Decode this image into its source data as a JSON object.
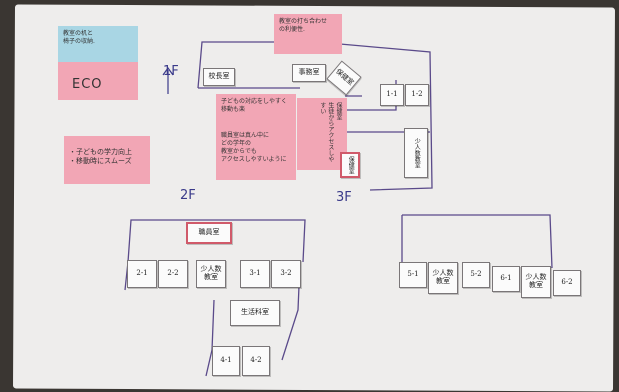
{
  "stickies": {
    "top_left_blue": "教室の机と\n椅子の収納.",
    "eco": "ECO",
    "left_pink": "・子どもの学力向上\n・移動時にスムーズ",
    "top_center": "教室の打ち合わせ\nの利便性.",
    "center_a": "子どもの対応をしやすく\n移動も楽",
    "center_b": "職員室は真ん中に\nどの学年の\n教室からでも\nアクセスしやすいように",
    "vertical": "保健室\n生徒からアクセスしやすい"
  },
  "floor_labels": {
    "f1": "1F",
    "f2": "2F",
    "f3": "3F"
  },
  "rooms_1f": {
    "principal": "校長室",
    "office": "事務室",
    "nurse_door": "保健室",
    "r11": "1-1",
    "r12": "1-2",
    "side1": "少人数教室",
    "nurse": "保健室"
  },
  "rooms_2f": {
    "staff": "職員室",
    "r21": "2-1",
    "r22": "2-2",
    "small": "少人数\n教室",
    "r31": "3-1",
    "r32": "3-2",
    "life": "生活科室",
    "r41": "4-1",
    "r42": "4-2"
  },
  "rooms_3f": {
    "r51": "5-1",
    "small1": "少人数\n教室",
    "r52": "5-2",
    "r61": "6-1",
    "small2": "少人数\n教室",
    "r62": "6-2"
  }
}
